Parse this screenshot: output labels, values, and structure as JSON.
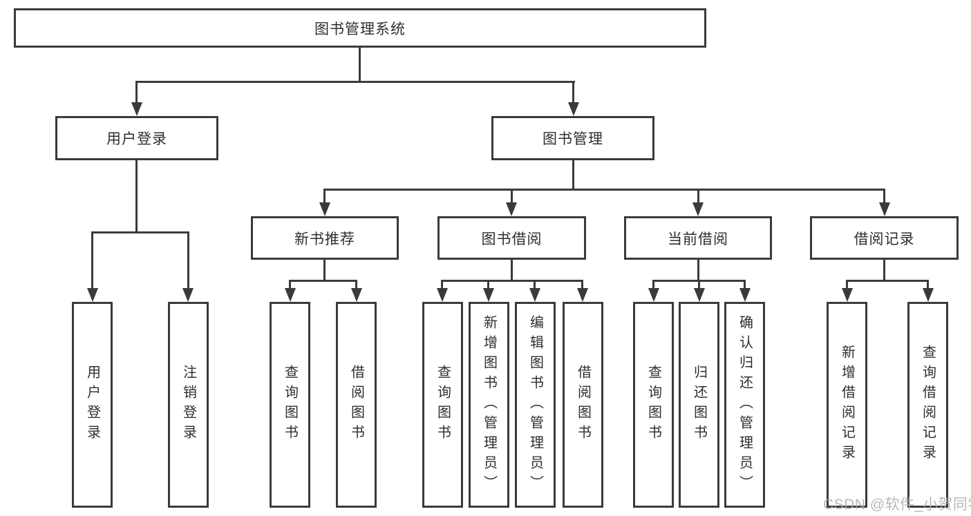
{
  "diagram": {
    "root": {
      "label": "图书管理系统"
    },
    "branches": [
      {
        "label": "用户登录",
        "children": [
          {
            "label": "用户登录"
          },
          {
            "label": "注销登录"
          }
        ]
      },
      {
        "label": "图书管理",
        "children": [
          {
            "label": "新书推荐",
            "children": [
              {
                "label": "查询图书"
              },
              {
                "label": "借阅图书"
              }
            ]
          },
          {
            "label": "图书借阅",
            "children": [
              {
                "label": "查询图书"
              },
              {
                "label": "新增图书（管理员）"
              },
              {
                "label": "编辑图书（管理员）"
              },
              {
                "label": "借阅图书"
              }
            ]
          },
          {
            "label": "当前借阅",
            "children": [
              {
                "label": "查询图书"
              },
              {
                "label": "归还图书"
              },
              {
                "label": "确认归还（管理员）"
              }
            ]
          },
          {
            "label": "借阅记录",
            "children": [
              {
                "label": "新增借阅记录"
              },
              {
                "label": "查询借阅记录"
              }
            ]
          }
        ]
      }
    ]
  },
  "watermark": {
    "text": "CSDN @软件_小贺同学"
  },
  "colors": {
    "line": "#3a3a3a",
    "text": "#2e2e2e",
    "box_background": "#ffffff",
    "watermark": "#ababab",
    "background": "#ffffff"
  }
}
